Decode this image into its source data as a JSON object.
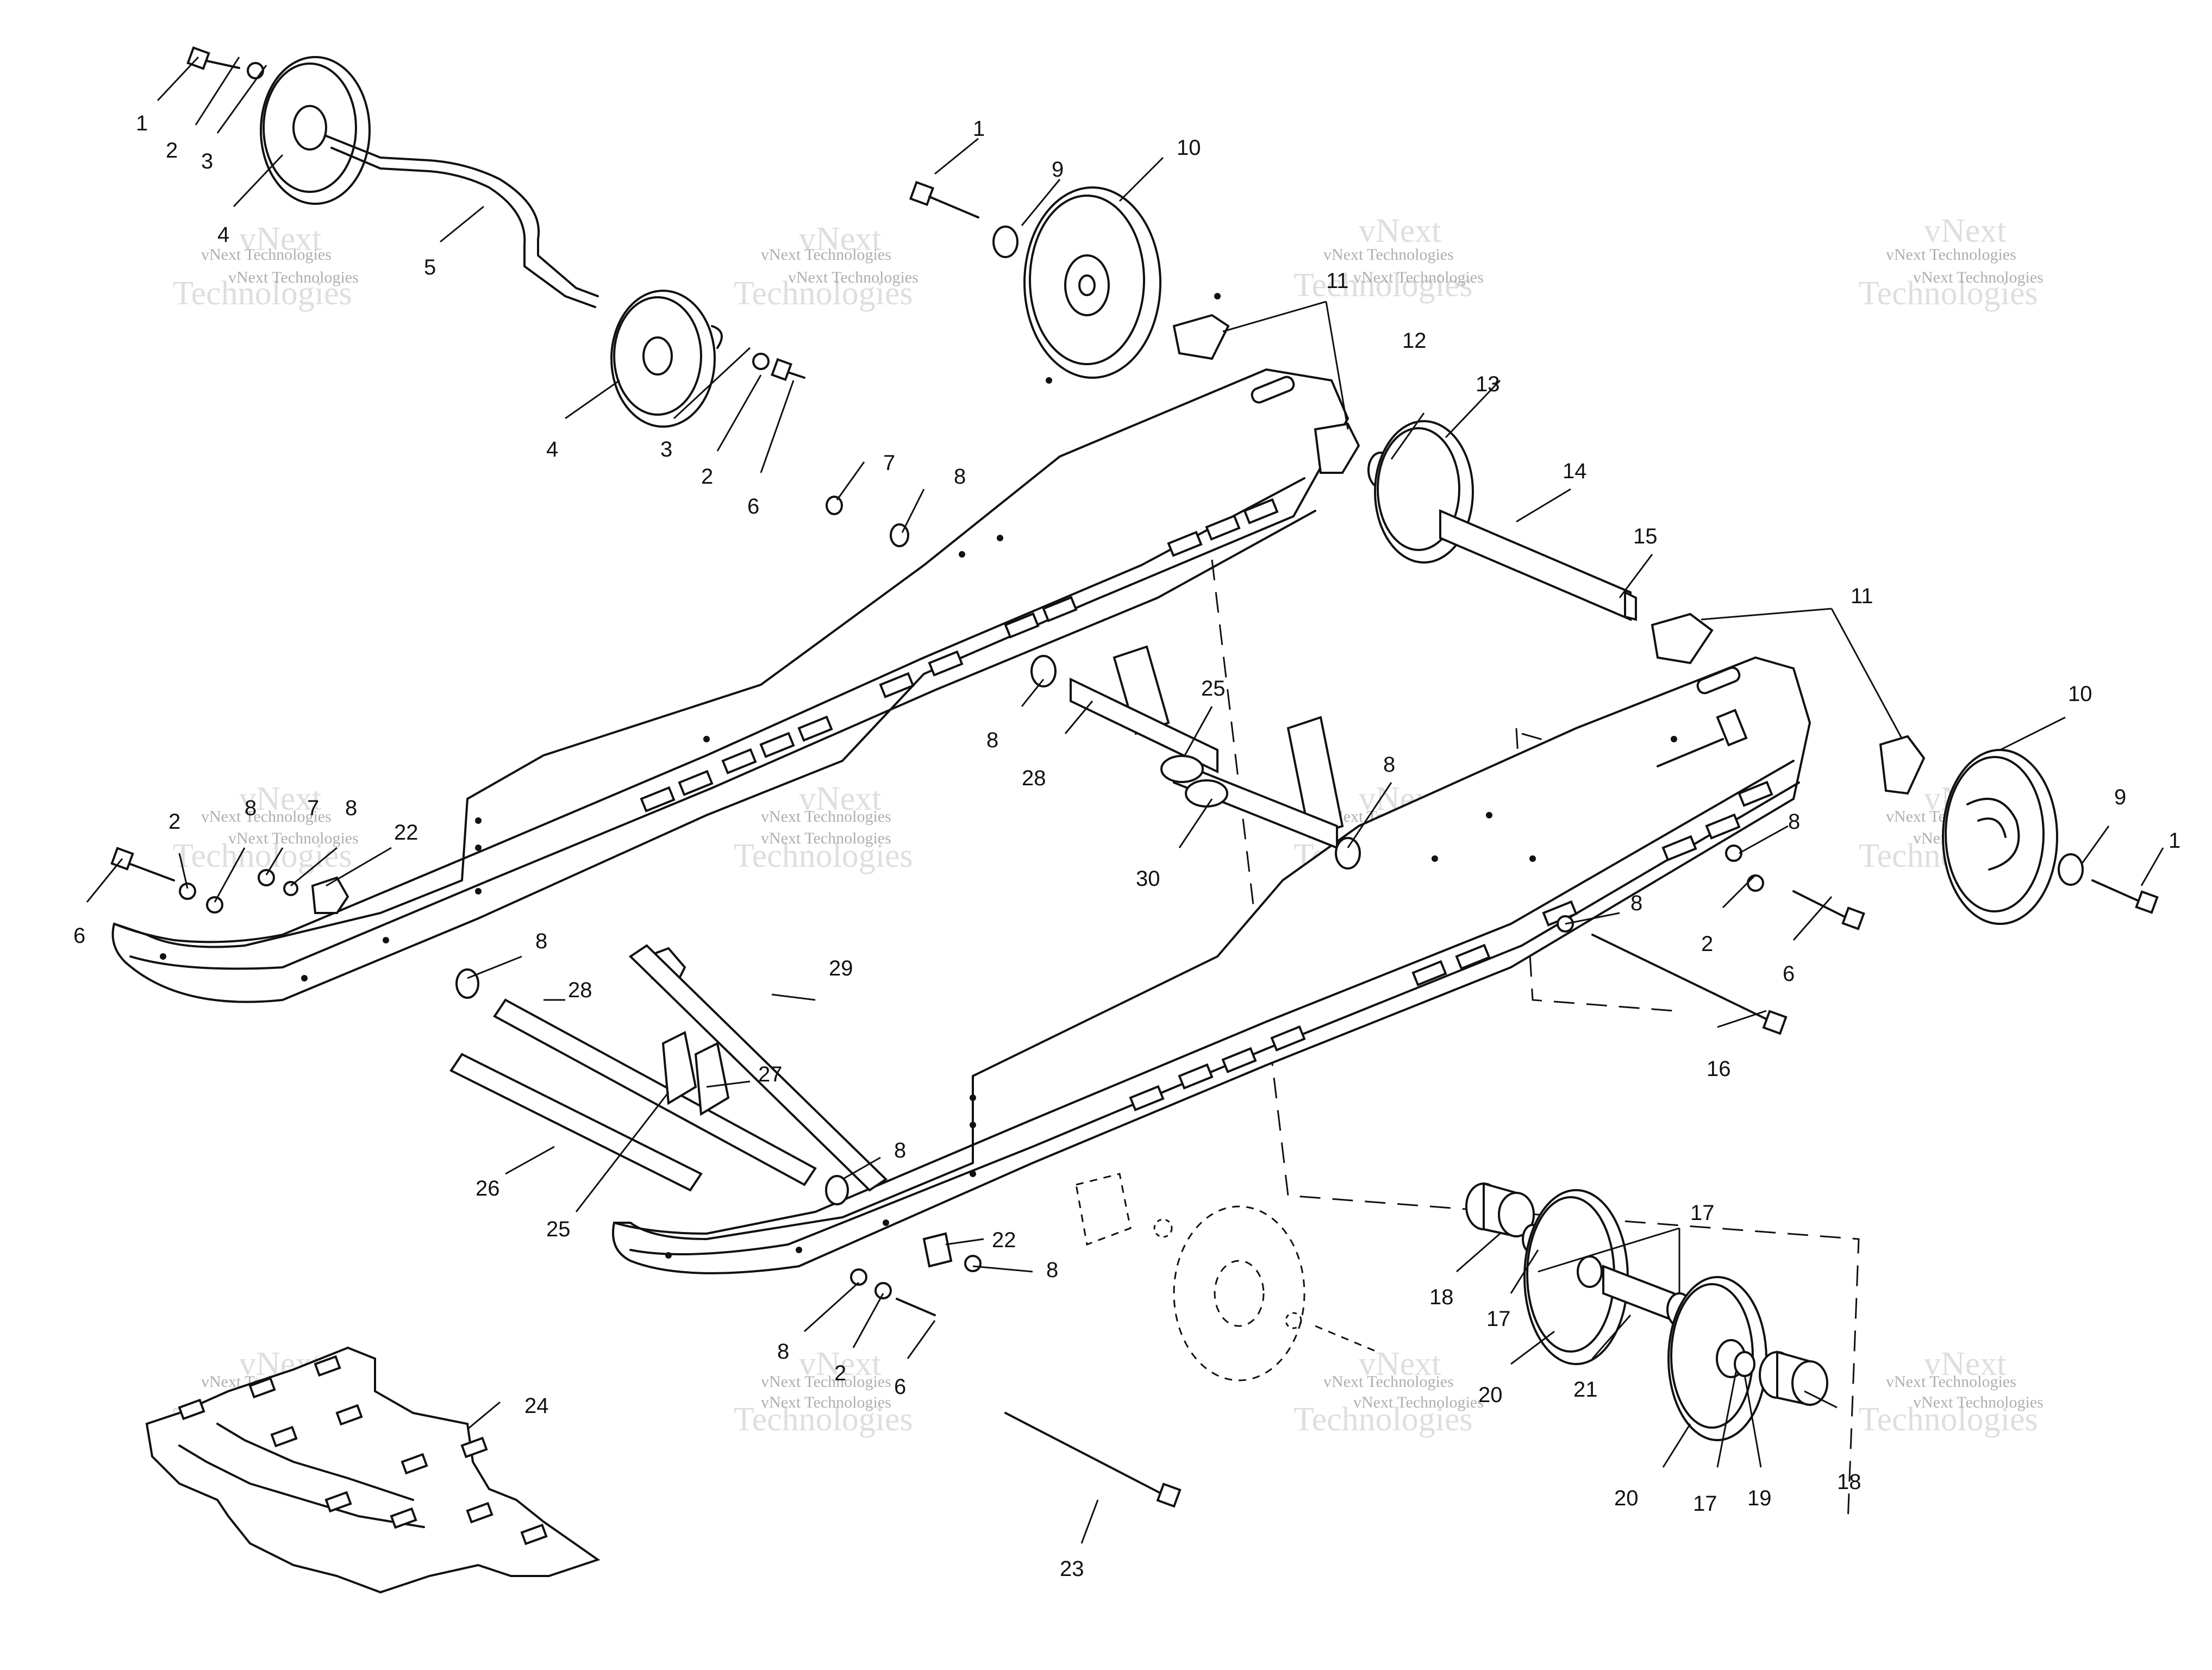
{
  "watermark": {
    "brand_line": "vNext Technologies",
    "line_1": "vNext",
    "line_2": "Technologies"
  },
  "callouts": [
    {
      "id": "c1",
      "text": "1"
    },
    {
      "id": "c2",
      "text": "2"
    },
    {
      "id": "c3",
      "text": "3"
    },
    {
      "id": "c4",
      "text": "4"
    },
    {
      "id": "c5",
      "text": "5"
    },
    {
      "id": "c6",
      "text": "4"
    },
    {
      "id": "c7",
      "text": "3"
    },
    {
      "id": "c8",
      "text": "2"
    },
    {
      "id": "c9",
      "text": "6"
    },
    {
      "id": "c10",
      "text": "1"
    },
    {
      "id": "c11",
      "text": "9"
    },
    {
      "id": "c12",
      "text": "10"
    },
    {
      "id": "c13",
      "text": "11"
    },
    {
      "id": "c14",
      "text": "12"
    },
    {
      "id": "c15",
      "text": "13"
    },
    {
      "id": "c16",
      "text": "14"
    },
    {
      "id": "c17",
      "text": "15"
    },
    {
      "id": "c18",
      "text": "7"
    },
    {
      "id": "c19",
      "text": "8"
    },
    {
      "id": "c20",
      "text": "11"
    },
    {
      "id": "c21",
      "text": "10"
    },
    {
      "id": "c22",
      "text": "9"
    },
    {
      "id": "c23",
      "text": "1"
    },
    {
      "id": "c24",
      "text": "8"
    },
    {
      "id": "c25",
      "text": "25"
    },
    {
      "id": "c26",
      "text": "28"
    },
    {
      "id": "c27",
      "text": "30"
    },
    {
      "id": "c28",
      "text": "8"
    },
    {
      "id": "c29",
      "text": "8"
    },
    {
      "id": "c30",
      "text": "2"
    },
    {
      "id": "c31",
      "text": "8"
    },
    {
      "id": "c32",
      "text": "6"
    },
    {
      "id": "c33",
      "text": "16"
    },
    {
      "id": "c34",
      "text": "2"
    },
    {
      "id": "c35",
      "text": "8"
    },
    {
      "id": "c36",
      "text": "7"
    },
    {
      "id": "c37",
      "text": "8"
    },
    {
      "id": "c38",
      "text": "22"
    },
    {
      "id": "c39",
      "text": "6"
    },
    {
      "id": "c40",
      "text": "8"
    },
    {
      "id": "c41",
      "text": "28"
    },
    {
      "id": "c42",
      "text": "29"
    },
    {
      "id": "c43",
      "text": "27"
    },
    {
      "id": "c44",
      "text": "26"
    },
    {
      "id": "c45",
      "text": "25"
    },
    {
      "id": "c46",
      "text": "8"
    },
    {
      "id": "c47",
      "text": "22"
    },
    {
      "id": "c48",
      "text": "8"
    },
    {
      "id": "c49",
      "text": "8"
    },
    {
      "id": "c50",
      "text": "2"
    },
    {
      "id": "c51",
      "text": "6"
    },
    {
      "id": "c52",
      "text": "23"
    },
    {
      "id": "c53",
      "text": "24"
    },
    {
      "id": "c54",
      "text": "18"
    },
    {
      "id": "c55",
      "text": "17"
    },
    {
      "id": "c56",
      "text": "17"
    },
    {
      "id": "c57",
      "text": "20"
    },
    {
      "id": "c58",
      "text": "21"
    },
    {
      "id": "c59",
      "text": "20"
    },
    {
      "id": "c60",
      "text": "17"
    },
    {
      "id": "c61",
      "text": "19"
    },
    {
      "id": "c62",
      "text": "18"
    }
  ]
}
